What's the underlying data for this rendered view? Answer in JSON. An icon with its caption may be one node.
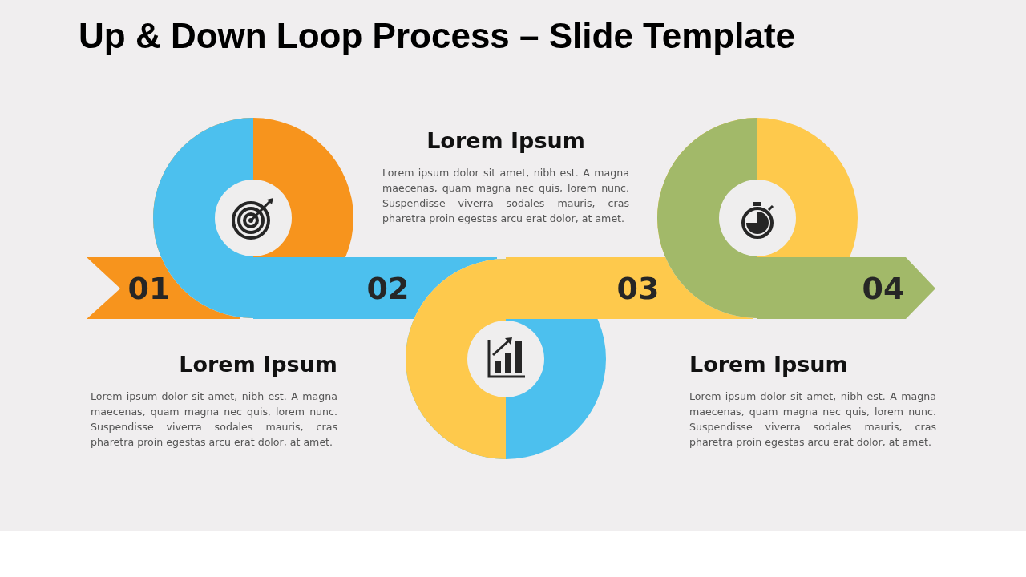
{
  "diagram": {
    "title": "Up & Down Loop Process – Slide Template",
    "nodes": [
      {
        "text": [
          "01"
        ]
      },
      {
        "text": [
          "02"
        ]
      },
      {
        "text": [
          "03"
        ]
      },
      {
        "text": [
          "04"
        ]
      }
    ],
    "labels": [
      "Lorem Ipsum",
      "Lorem ipsum dolor sit amet, nibh est. A magna maecenas, quam magna nec quis, lorem nunc. Suspendisse viverra sodales mauris, cras pharetra proin egestas arcu erat dolor, at amet.",
      "Lorem Ipsum",
      "Lorem ipsum dolor sit amet, nibh est. A magna maecenas, quam magna nec quis, lorem nunc. Suspendisse viverra sodales mauris, cras pharetra proin egestas arcu erat dolor, at amet.",
      "Lorem Ipsum",
      "Lorem ipsum dolor sit amet, nibh est. A magna maecenas, quam magna nec quis, lorem nunc. Suspendisse viverra sodales mauris, cras pharetra proin egestas arcu erat dolor, at amet."
    ]
  }
}
